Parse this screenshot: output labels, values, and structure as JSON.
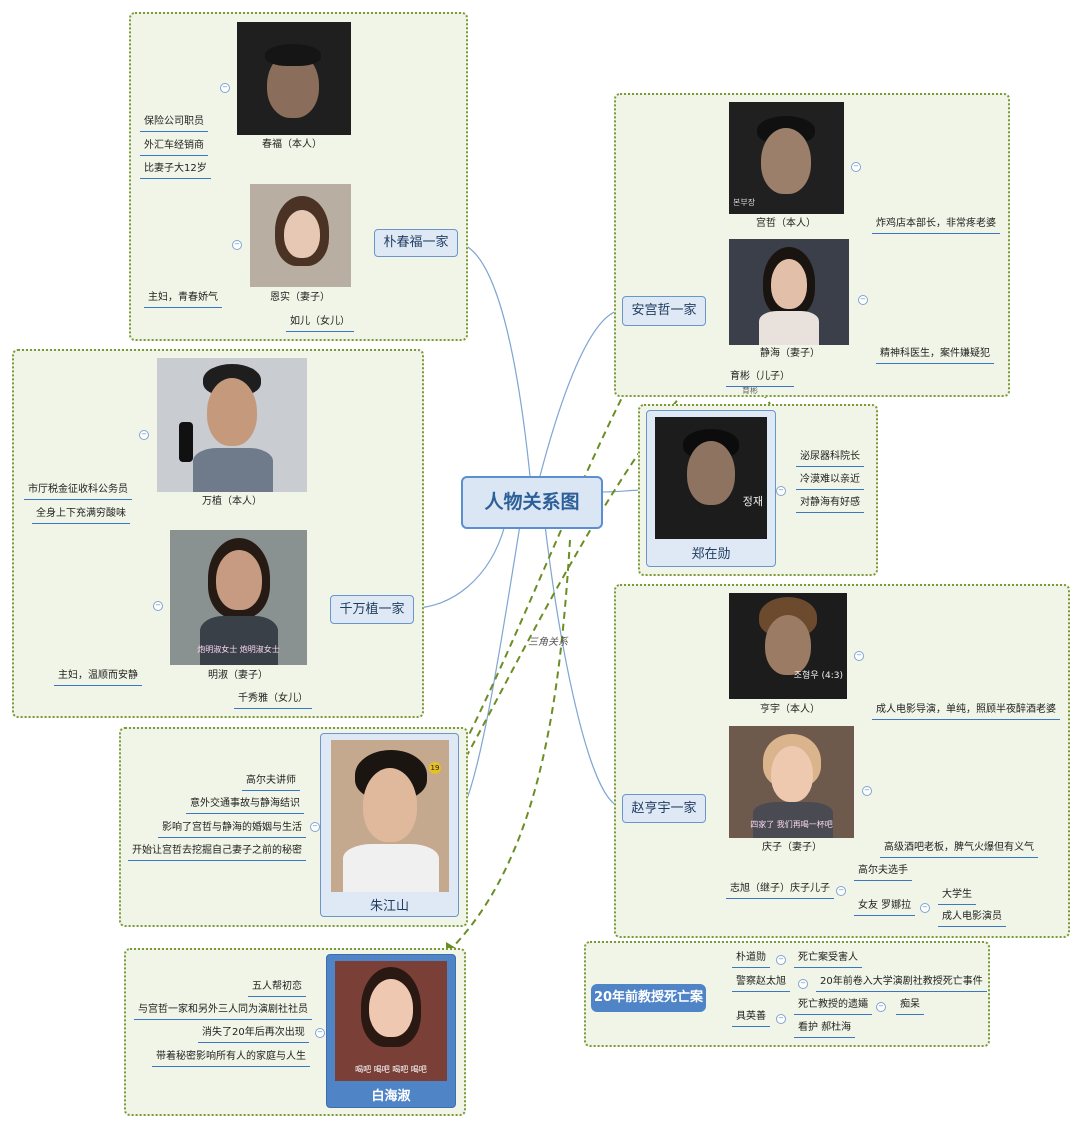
{
  "title": "人物关系图",
  "triangle_label": "三角关系",
  "son_arrow_label": "育彬",
  "families": {
    "park": {
      "name": "朴春福一家",
      "husband": "春福（本人）",
      "husband_traits": [
        "保险公司职员",
        "外汇车经销商",
        "比妻子大12岁"
      ],
      "wife": "恩实（妻子）",
      "wife_trait": "主妇，青春娇气",
      "daughter": "如儿（女儿）"
    },
    "an": {
      "name": "安宫哲一家",
      "husband": "宫哲（本人）",
      "husband_trait": "炸鸡店本部长，非常疼老婆",
      "husband_photo_text": "본부장",
      "wife": "静海（妻子）",
      "wife_trait": "精神科医生，案件嫌疑犯",
      "son": "育彬（儿子）"
    },
    "cheon": {
      "name": "千万植一家",
      "husband": "万植（本人）",
      "husband_traits": [
        "市厅税金征收科公务员",
        "全身上下充满穷酸味"
      ],
      "wife": "明淑（妻子）",
      "wife_photo_text": "炮明淑女士  炮明淑女士",
      "wife_trait": "主妇，温顺而安静",
      "daughter": "千秀雅（女儿）"
    },
    "zhao": {
      "name": "赵亨宇一家",
      "husband": "亨宇（本人）",
      "husband_photo_text": "조형우 (4:3)",
      "husband_trait": "成人电影导演，单纯，照顾半夜醉酒老婆",
      "wife": "庆子（妻子）",
      "wife_photo_text": "四家了  我们再喝一杯吧",
      "wife_trait": "高级酒吧老板，脾气火爆但有义气",
      "stepson": "志旭（继子）庆子儿子",
      "stepson_traits": [
        "高尔夫选手",
        "女友 罗娜拉"
      ],
      "girlfriend_traits": [
        "大学生",
        "成人电影演员"
      ]
    }
  },
  "characters": {
    "zheng": {
      "name": "郑在勋",
      "photo_text": "정재",
      "traits": [
        "泌尿器科院长",
        "冷漠难以亲近",
        "对静海有好感"
      ]
    },
    "zhu": {
      "name": "朱江山",
      "badge": "19",
      "traits": [
        "高尔夫讲师",
        "意外交通事故与静海结识",
        "影响了宫哲与静海的婚姻与生活",
        "开始让宫哲去挖掘自己妻子之前的秘密"
      ]
    },
    "bai": {
      "name": "白海淑",
      "photo_text": "喝吧  喝吧  喝吧  喝吧",
      "traits": [
        "五人帮初恋",
        "与宫哲一家和另外三人同为演剧社社员",
        "消失了20年后再次出现",
        "带着秘密影响所有人的家庭与人生"
      ]
    }
  },
  "case": {
    "title": "20年前教授死亡案",
    "people": [
      {
        "name": "朴道勋",
        "detail": "死亡案受害人"
      },
      {
        "name": "警察赵太旭",
        "detail": "20年前卷入大学演剧社教授死亡事件"
      },
      {
        "name": "具英善",
        "details": [
          "死亡教授的遗孀",
          "看护 郝杜海"
        ],
        "sub": "痴呆"
      }
    ]
  },
  "colors": {
    "group_bg": "#f1f5e7",
    "group_border": "#7a9a3a",
    "accent_blue": "#4f84c7",
    "underline_blue": "#3a78c6",
    "dash_green": "#6b8e23"
  }
}
